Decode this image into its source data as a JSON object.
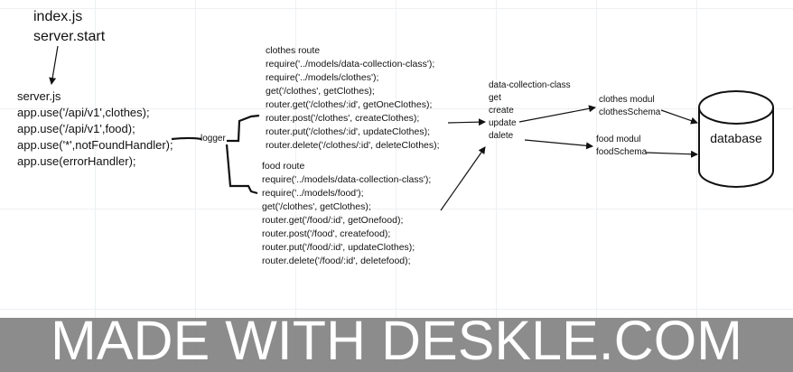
{
  "index_block": [
    "index.js",
    "server.start"
  ],
  "server_block": [
    "server.js",
    "app.use('/api/v1',clothes);",
    "app.use('/api/v1',food);",
    "app.use('*',notFoundHandler);",
    "app.use(errorHandler);"
  ],
  "logger_label": "logger",
  "clothes_block": [
    "clothes  route",
    "require('../models/data-collection-class');",
    "require('../models/clothes');",
    "get('/clothes', getClothes);",
    "router.get('/clothes/:id', getOneClothes);",
    "router.post('/clothes', createClothes);",
    "router.put('/clothes/:id', updateClothes);",
    "router.delete('/clothes/:id', deleteClothes);"
  ],
  "food_block": [
    "food route",
    "require('../models/data-collection-class');",
    "require('../models/food');",
    "get('/clothes', getClothes);",
    "router.get('/food/:id', getOnefood);",
    "router.post('/food', createfood);",
    "router.put('/food/:id', updateClothes);",
    "router.delete('/food/:id', deletefood);"
  ],
  "dcc_block": [
    "data-collection-class",
    "get",
    "create",
    "update",
    "dalete"
  ],
  "clothes_modul_block": [
    "clothes modul",
    "clothesSchema"
  ],
  "food_modul_block": [
    "food modul",
    "foodSchema"
  ],
  "database_label": "database",
  "watermark": "MADE WITH DESKLE.COM"
}
